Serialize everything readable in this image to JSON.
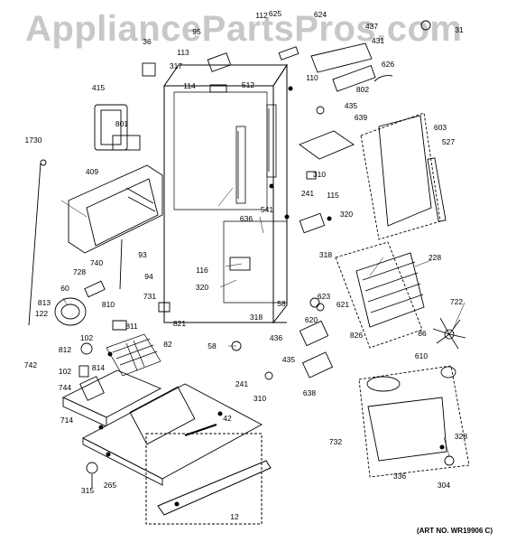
{
  "watermark": "AppliancePartsPros.com",
  "art_number": "(ART NO. WR19906 C)",
  "colors": {
    "line": "#000000",
    "hatch": "#000000",
    "watermark": "#c8c8c8"
  },
  "part_labels": [
    "1730",
    "409",
    "740",
    "728",
    "60",
    "813",
    "122",
    "94",
    "93",
    "731",
    "810",
    "811",
    "821",
    "102",
    "812",
    "82",
    "814",
    "742",
    "102",
    "744",
    "714",
    "42",
    "315",
    "265",
    "12",
    "415",
    "801",
    "317",
    "113",
    "114",
    "512",
    "541",
    "636",
    "116",
    "320",
    "318",
    "58",
    "95",
    "36",
    "112",
    "625",
    "624",
    "437",
    "431",
    "31",
    "110",
    "626",
    "802",
    "435",
    "639",
    "603",
    "527",
    "241",
    "310",
    "115",
    "320",
    "318",
    "623",
    "621",
    "620",
    "436",
    "435",
    "638",
    "241",
    "310",
    "58",
    "228",
    "826",
    "722",
    "86",
    "610",
    "732",
    "328",
    "336",
    "304"
  ]
}
